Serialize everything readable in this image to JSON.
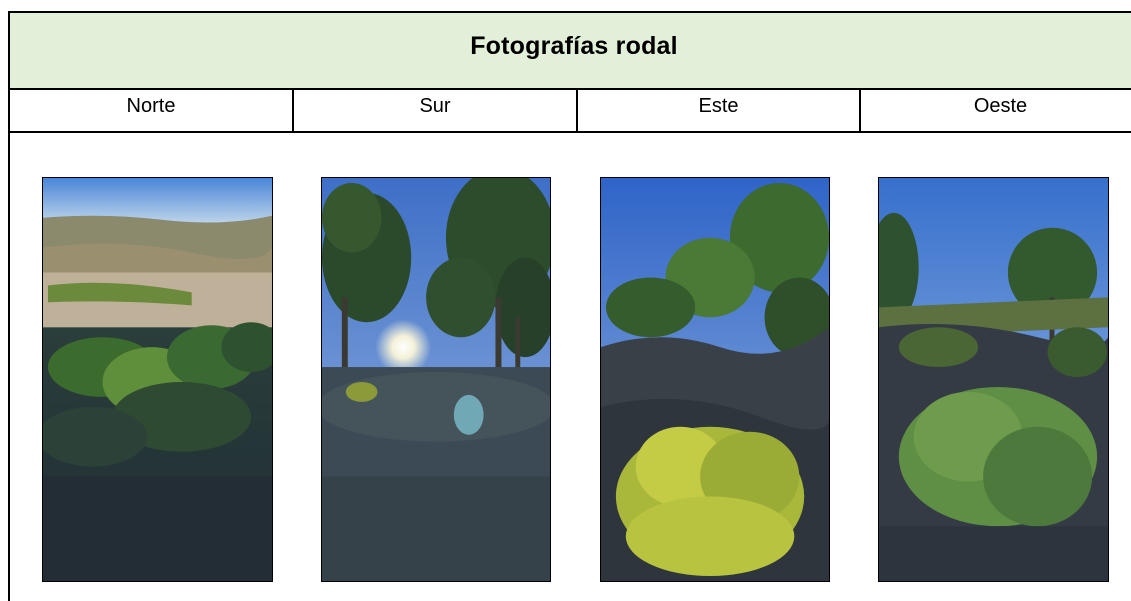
{
  "table": {
    "title": "Fotografías rodal",
    "columns": [
      "Norte",
      "Sur",
      "Este",
      "Oeste"
    ]
  },
  "photos": [
    {
      "direction": "Norte",
      "description": "landscape view north: distant hills, valley, pine shrubs in foreground"
    },
    {
      "direction": "Sur",
      "description": "pine trees against sun with lens flare"
    },
    {
      "direction": "Este",
      "description": "pine trees on volcanic slope, bright green young pine in foreground"
    },
    {
      "direction": "Oeste",
      "description": "pines on dark lava slope, green shrubs in foreground"
    }
  ],
  "colors": {
    "title_bg": "#e2efd9",
    "border": "#000000"
  }
}
